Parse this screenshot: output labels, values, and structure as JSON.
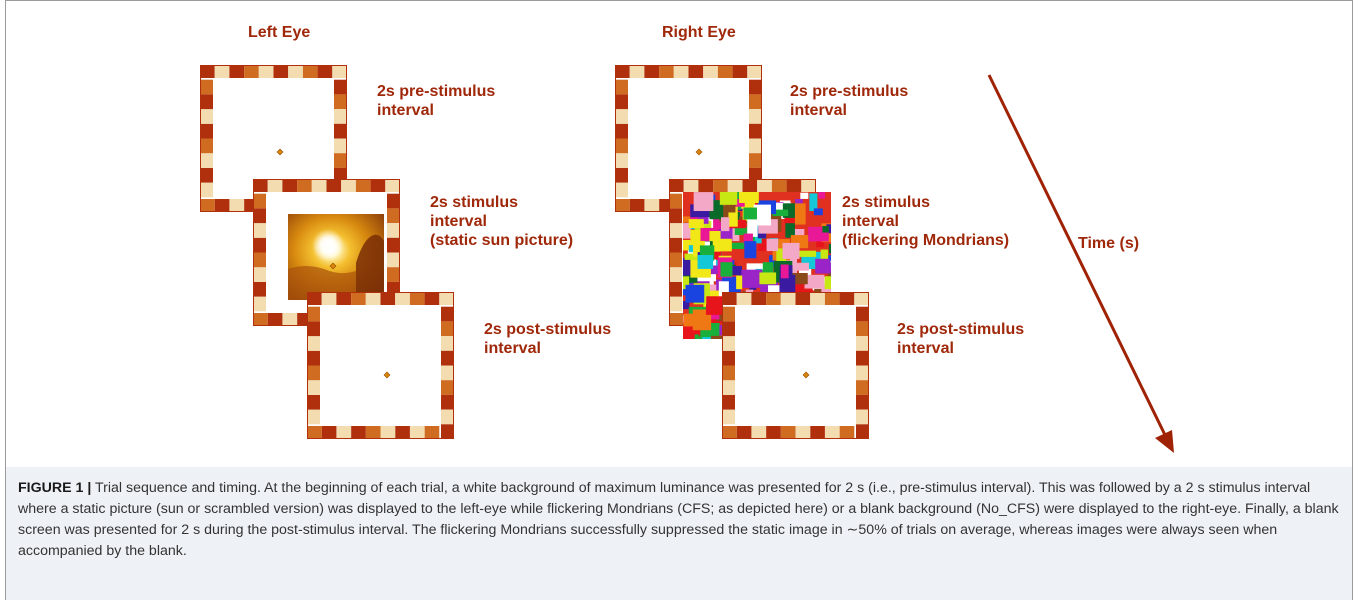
{
  "left_eye": {
    "title": "Left Eye",
    "pre_label": [
      "2s pre-stimulus",
      "interval"
    ],
    "stim_label": [
      "2s stimulus",
      "interval",
      "(static sun picture)"
    ],
    "post_label": [
      "2s post-stimulus",
      "interval"
    ]
  },
  "right_eye": {
    "title": "Right Eye",
    "pre_label": [
      "2s pre-stimulus",
      "interval"
    ],
    "stim_label": [
      "2s stimulus",
      "interval",
      "(flickering Mondrians)"
    ],
    "post_label": [
      "2s post-stimulus",
      "interval"
    ]
  },
  "time_label": "Time (s)",
  "colors": {
    "label": "#a0280a",
    "frame_dark": "#b0300e",
    "frame_mid": "#cf6c22",
    "frame_light": "#f2dcb0",
    "arrow": "#a02205",
    "caption_bg": "#eef2f6"
  },
  "caption": {
    "figure_label": "FIGURE 1 |",
    "text": " Trial sequence and timing. At the beginning of each trial, a white background of maximum luminance was presented for 2 s (i.e., pre-stimulus interval). This was followed by a 2 s stimulus interval where a static picture (sun or scrambled version) was displayed to the left-eye while flickering Mondrians (CFS; as depicted here) or a blank background (No_CFS) were displayed to the right-eye. Finally, a blank screen was presented for 2 s during the post-stimulus interval. The flickering Mondrians successfully suppressed the static image in ∼50% of trials on average, whereas images were always seen when accompanied by the blank."
  }
}
